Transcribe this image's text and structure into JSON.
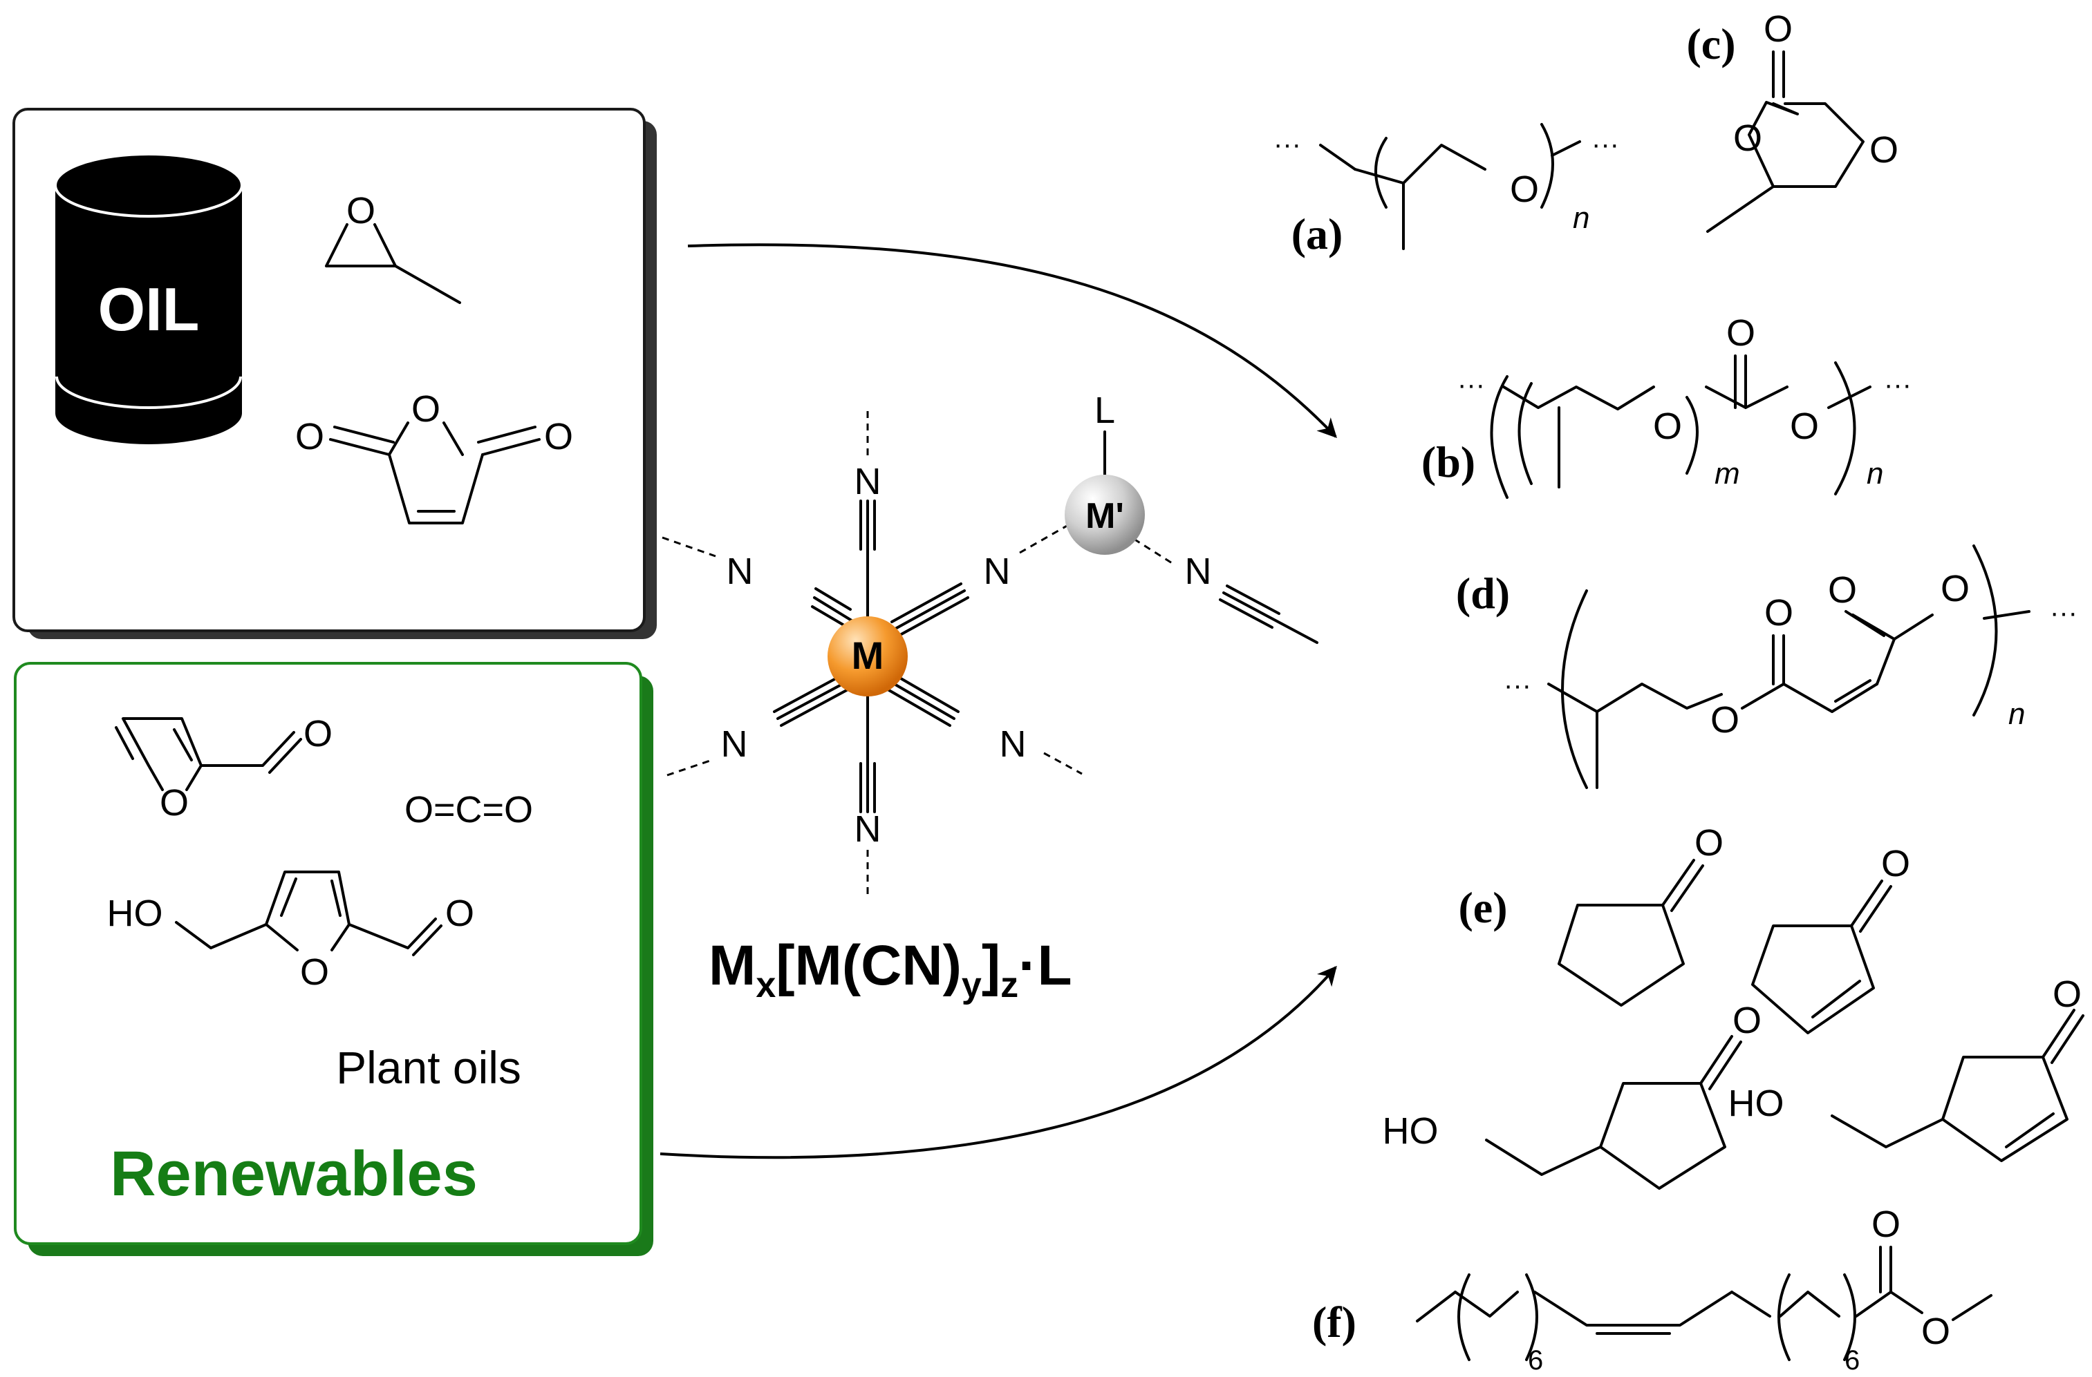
{
  "fossil_box": {
    "barrel_label": "OIL",
    "epoxide_O": "O",
    "maleic_anhydride_atoms": [
      "O",
      "O",
      "O"
    ]
  },
  "renewables_box": {
    "title": "Renewables",
    "title_color": "#157d15",
    "border_color": "#1f8a1f",
    "furfural_O": "O",
    "furfural_aldehyde_O": "O",
    "co2": "O=C=O",
    "hmf_HO": "HO",
    "hmf_ring_O": "O",
    "hmf_aldehyde_O": "O",
    "plant_oils": "Plant oils"
  },
  "catalyst": {
    "center_metal": "M",
    "center_metal_color": "#f08a1c",
    "outer_metal": "M'",
    "outer_metal_color": "#c9c9c9",
    "ligand": "L",
    "nitrogen": "N",
    "formula": {
      "M": "M",
      "x": "x",
      "mid": "[M(CN)",
      "y": "y",
      "close": "]",
      "z": "z",
      "tail": "·L"
    }
  },
  "products": {
    "a": {
      "label": "(a)",
      "O": "O",
      "n": "n",
      "dots": "···"
    },
    "b": {
      "label": "(b)",
      "O1": "O",
      "O2": "O",
      "O3": "O",
      "m": "m",
      "n": "n",
      "dots": "···"
    },
    "c": {
      "label": "(c)",
      "O1": "O",
      "O2": "O",
      "O3": "O"
    },
    "d": {
      "label": "(d)",
      "O1": "O",
      "O2": "O",
      "O3": "O",
      "O4": "O",
      "n": "n",
      "dots": "···"
    },
    "e": {
      "label": "(e)",
      "O": "O",
      "HO": "HO"
    },
    "f": {
      "label": "(f)",
      "six": "6",
      "O1": "O",
      "O2": "O"
    }
  }
}
